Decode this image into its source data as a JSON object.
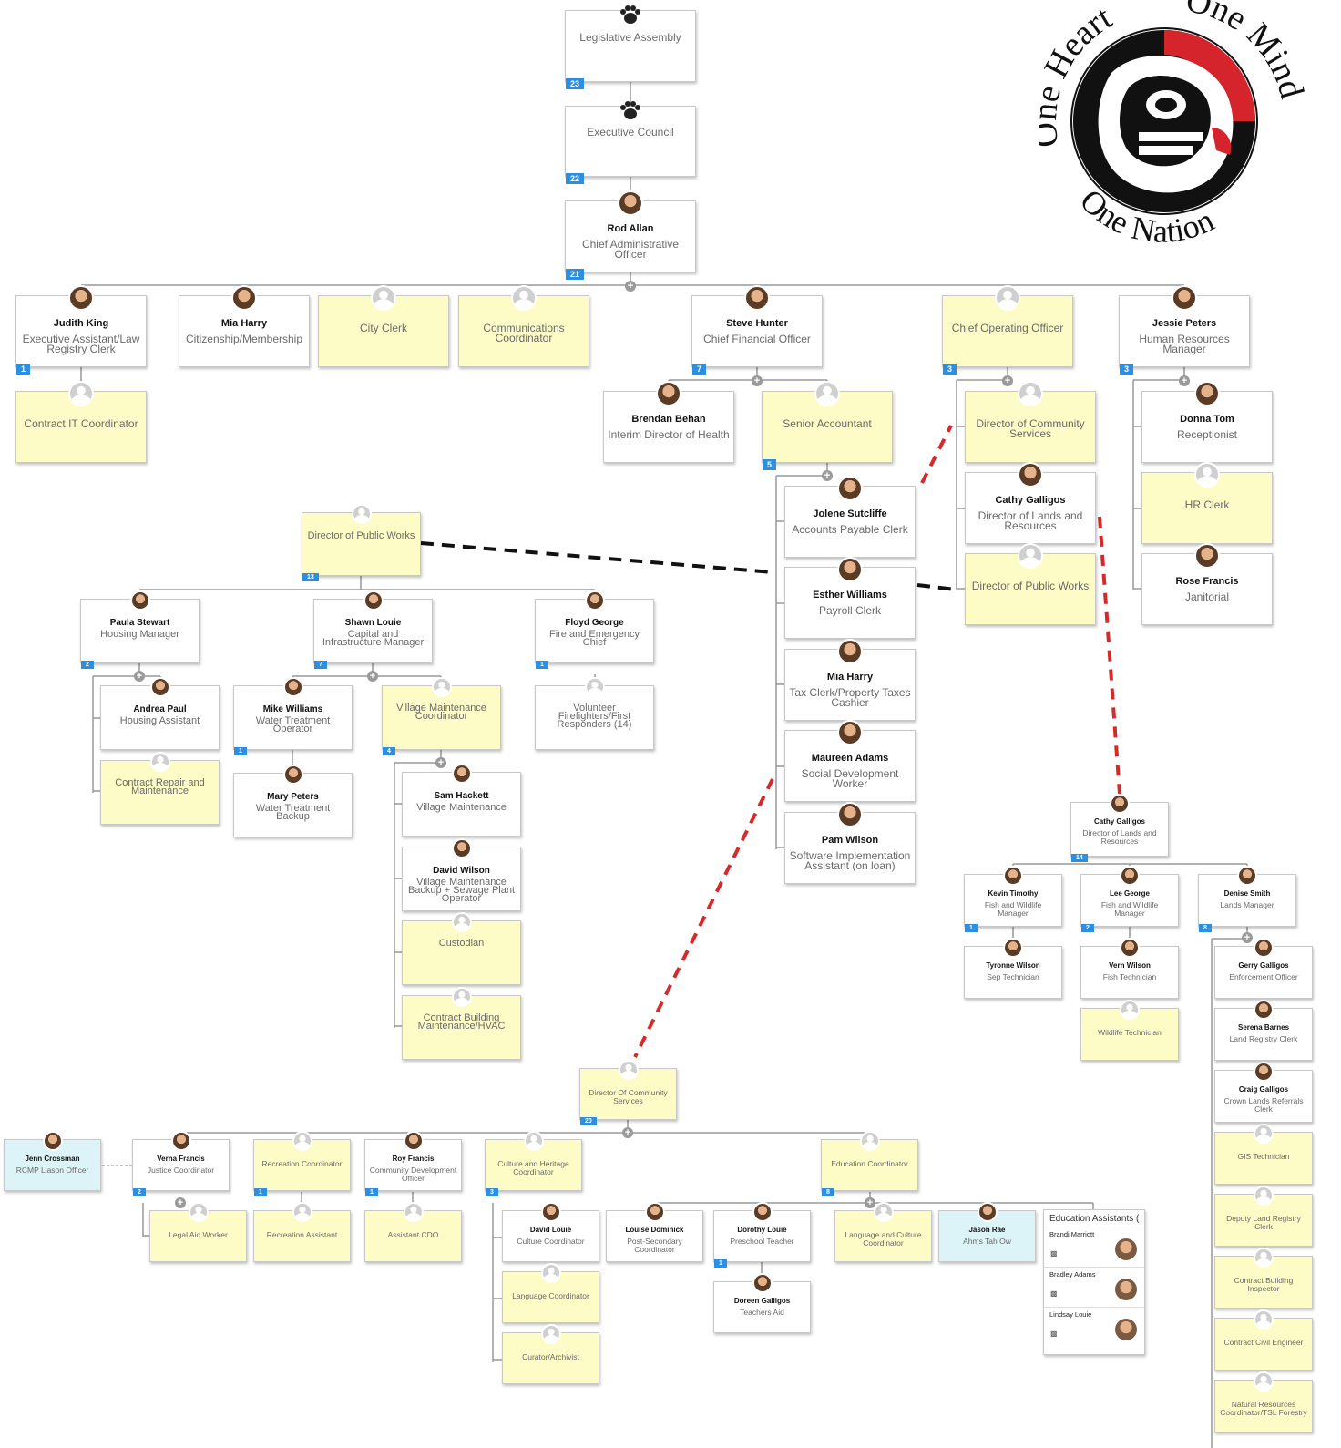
{
  "logo": {
    "text_top": "One Heart",
    "text_right": "One Mind",
    "text_bottom": "One Nation"
  },
  "top": {
    "legislative": {
      "title": "Legislative Assembly",
      "count": "23"
    },
    "executive": {
      "title": "Executive Council",
      "count": "22"
    },
    "cao": {
      "name": "Rod Allan",
      "title": "Chief Administrative Officer",
      "count": "21"
    }
  },
  "row1": [
    {
      "name": "Judith King",
      "title": "Executive Assistant/Law Registry Clerk",
      "count": "1"
    },
    {
      "name": "Mia Harry",
      "title": "Citizenship/Membership",
      "count": ""
    },
    {
      "name": "",
      "title": "City Clerk",
      "count": ""
    },
    {
      "name": "",
      "title": "Communications Coordinator",
      "count": ""
    },
    {
      "name": "Steve Hunter",
      "title": "Chief Financial Officer",
      "count": "7"
    },
    {
      "name": "",
      "title": "Chief Operating Officer",
      "count": "3"
    },
    {
      "name": "Jessie Peters",
      "title": "Human Resources Manager",
      "count": "3"
    }
  ],
  "contract_it": {
    "title": "Contract IT Coordinator"
  },
  "cfo_reports": {
    "brendan": {
      "name": "Brendan Behan",
      "title": "Interim Director of Health"
    },
    "senior": {
      "title": "Senior Accountant",
      "count": "5"
    },
    "staff": [
      {
        "name": "Jolene Sutcliffe",
        "title": "Accounts Payable Clerk"
      },
      {
        "name": "Esther Williams",
        "title": "Payroll Clerk"
      },
      {
        "name": "Mia Harry",
        "title": "Tax Clerk/Property Taxes Cashier"
      },
      {
        "name": "Maureen Adams",
        "title": "Social Development Worker"
      },
      {
        "name": "Pam Wilson",
        "title": "Software Implementation Assistant (on loan)"
      }
    ]
  },
  "coo_reports": [
    {
      "name": "",
      "title": "Director of Community Services"
    },
    {
      "name": "Cathy Galligos",
      "title": "Director of Lands and Resources"
    },
    {
      "name": "",
      "title": "Director of Public Works"
    }
  ],
  "hr_reports": [
    {
      "name": "Donna Tom",
      "title": "Receptionist"
    },
    {
      "name": "",
      "title": "HR Clerk"
    },
    {
      "name": "Rose Francis",
      "title": "Janitorial"
    }
  ],
  "public_works": {
    "head": {
      "title": "Director of Public Works",
      "count": "13"
    },
    "managers": [
      {
        "name": "Paula Stewart",
        "title": "Housing Manager",
        "count": "2"
      },
      {
        "name": "Shawn Louie",
        "title": "Capital and Infrastructure Manager",
        "count": "7"
      },
      {
        "name": "Floyd George",
        "title": "Fire and Emergency Chief",
        "count": "1"
      }
    ],
    "housing": [
      {
        "name": "Andrea Paul",
        "title": "Housing Assistant"
      },
      {
        "name": "",
        "title": "Contract Repair and Maintenance"
      }
    ],
    "capital": [
      {
        "name": "Mike Williams",
        "title": "Water Treatment Operator",
        "count": "1"
      },
      {
        "name": "Mary Peters",
        "title": "Water Treatment Backup"
      },
      {
        "name": "",
        "title": "Village Maintenance Coordinator",
        "count": "4"
      }
    ],
    "village": [
      {
        "name": "Sam Hackett",
        "title": "Village Maintenance"
      },
      {
        "name": "David Wilson",
        "title": "Village Maintenance Backup + Sewage Plant Operator"
      },
      {
        "name": "",
        "title": "Custodian"
      },
      {
        "name": "",
        "title": "Contract Building Maintenance/HVAC"
      }
    ],
    "fire": {
      "title": "Volunteer Firefighters/First Responders (14)"
    }
  },
  "lands": {
    "head": {
      "name": "Cathy Galligos",
      "title": "Director of Lands and Resources",
      "count": "14"
    },
    "managers": [
      {
        "name": "Kevin Timothy",
        "title": "Fish and Wildlife Manager",
        "count": "1"
      },
      {
        "name": "Lee George",
        "title": "Fish and Wildlife Manager",
        "count": "2"
      },
      {
        "name": "Denise Smith",
        "title": "Lands Manager",
        "count": "8"
      }
    ],
    "kevin_staff": [
      {
        "name": "Tyronne Wilson",
        "title": "Sep Technician"
      }
    ],
    "lee_staff": [
      {
        "name": "Vern Wilson",
        "title": "Fish Technician"
      },
      {
        "name": "",
        "title": "Wildlife Technician"
      }
    ],
    "denise_staff": [
      {
        "name": "Gerry Galligos",
        "title": "Enforcement Officer"
      },
      {
        "name": "Serena Barnes",
        "title": "Land Registry Clerk"
      },
      {
        "name": "Craig Galligos",
        "title": "Crown Lands Referrals Clerk"
      },
      {
        "name": "",
        "title": "GIS Technician"
      },
      {
        "name": "",
        "title": "Deputy Land Registry Clerk"
      },
      {
        "name": "",
        "title": "Contract Building Inspector"
      },
      {
        "name": "",
        "title": "Contract Civil Engineer"
      },
      {
        "name": "",
        "title": "Natural Resources Coordinator/TSL Forestry"
      }
    ]
  },
  "community": {
    "head": {
      "title": "Director Of Community Services",
      "count": "20"
    },
    "rcmp": {
      "name": "Jenn Crossman",
      "title": "RCMP Liason Officer"
    },
    "managers": [
      {
        "name": "Verna Francis",
        "title": "Justice Coordinator",
        "count": "2"
      },
      {
        "name": "",
        "title": "Recreation Coordinator",
        "count": "1"
      },
      {
        "name": "Roy Francis",
        "title": "Community Development Officer",
        "count": "1"
      },
      {
        "name": "",
        "title": "Culture and Heritage Coordinator",
        "count": "3"
      },
      {
        "name": "",
        "title": "Education Coordinator",
        "count": "8"
      }
    ],
    "justice": [
      {
        "name": "",
        "title": "Legal Aid Worker"
      }
    ],
    "recreation": [
      {
        "name": "",
        "title": "Recreation Assistant"
      }
    ],
    "cdo": [
      {
        "name": "",
        "title": "Assistant CDO"
      }
    ],
    "culture": [
      {
        "name": "David Louie",
        "title": "Culture Coordinator"
      },
      {
        "name": "",
        "title": "Language Coordinator"
      },
      {
        "name": "",
        "title": "Curator/Archivist"
      }
    ],
    "education": [
      {
        "name": "Louise Dominick",
        "title": "Post-Secondary Coordinator",
        "count": ""
      },
      {
        "name": "Dorothy Louie",
        "title": "Preschool Teacher",
        "count": "1"
      },
      {
        "name": "",
        "title": "Language and Culture Coordinator",
        "count": ""
      },
      {
        "name": "Jason Rae",
        "title": "Ahms Tah Ow",
        "count": ""
      }
    ],
    "preschool": [
      {
        "name": "Doreen Galligos",
        "title": "Teachers Aid"
      }
    ],
    "ea_panel": {
      "title": "Education Assistants (",
      "names": [
        "Brandi Marriott",
        "Bradley Adams",
        "Lindsay Louie"
      ]
    }
  }
}
